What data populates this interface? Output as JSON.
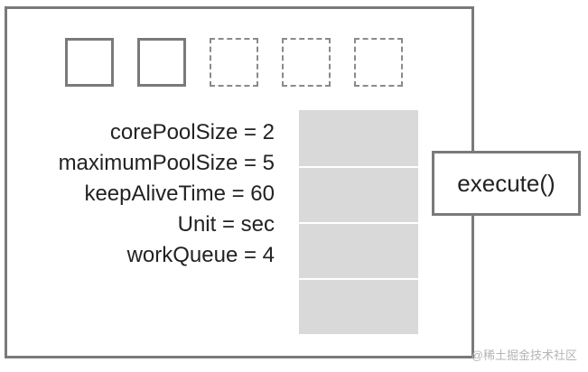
{
  "config": {
    "core_pool_size": "corePoolSize = 2",
    "maximum_pool_size": "maximumPoolSize = 5",
    "keep_alive_time": "keepAliveTime = 60",
    "unit": "Unit = sec",
    "work_queue": "workQueue = 4"
  },
  "threads": {
    "core_count": 2,
    "max_count": 5
  },
  "queue": {
    "capacity": 4
  },
  "execute_label": "execute()",
  "watermark": "@稀土掘金技术社区",
  "colors": {
    "border": "#7a7a7a",
    "queue_fill": "#d9d9d9",
    "text": "#222222"
  }
}
